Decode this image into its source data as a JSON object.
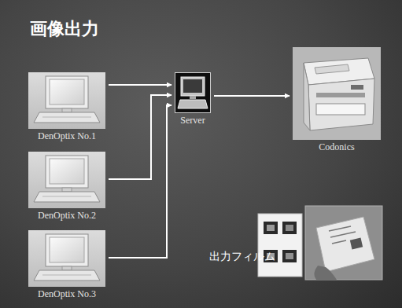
{
  "diagram": {
    "title": "画像出力",
    "nodes": [
      {
        "text": [
          "DenOptix No.1"
        ]
      },
      {
        "text": [
          "DenOptix No.2"
        ]
      },
      {
        "text": [
          "DenOptix No.3"
        ]
      },
      {
        "text": [
          "Server"
        ]
      },
      {
        "text": [
          "Codonics"
        ]
      }
    ],
    "edges": [
      {
        "from": 0,
        "to": 3,
        "arrow": "to"
      },
      {
        "from": 1,
        "to": 3,
        "arrow": "to"
      },
      {
        "from": 2,
        "to": 3,
        "arrow": "to"
      },
      {
        "from": 3,
        "to": 4,
        "arrow": "to"
      }
    ],
    "labels": [
      "出力フィルム"
    ]
  }
}
